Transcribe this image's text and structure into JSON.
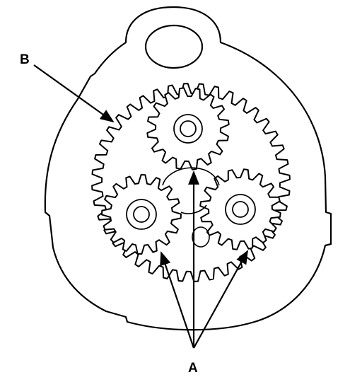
{
  "labels": {
    "A": "A",
    "B": "B"
  },
  "colors": {
    "line": "#000000",
    "background": "#ffffff"
  },
  "gears": {
    "ring": {
      "teeth": 40
    },
    "planets": [
      {
        "name": "top-planet",
        "teeth": 16
      },
      {
        "name": "left-planet",
        "teeth": 16
      },
      {
        "name": "right-planet",
        "teeth": 16
      }
    ]
  }
}
